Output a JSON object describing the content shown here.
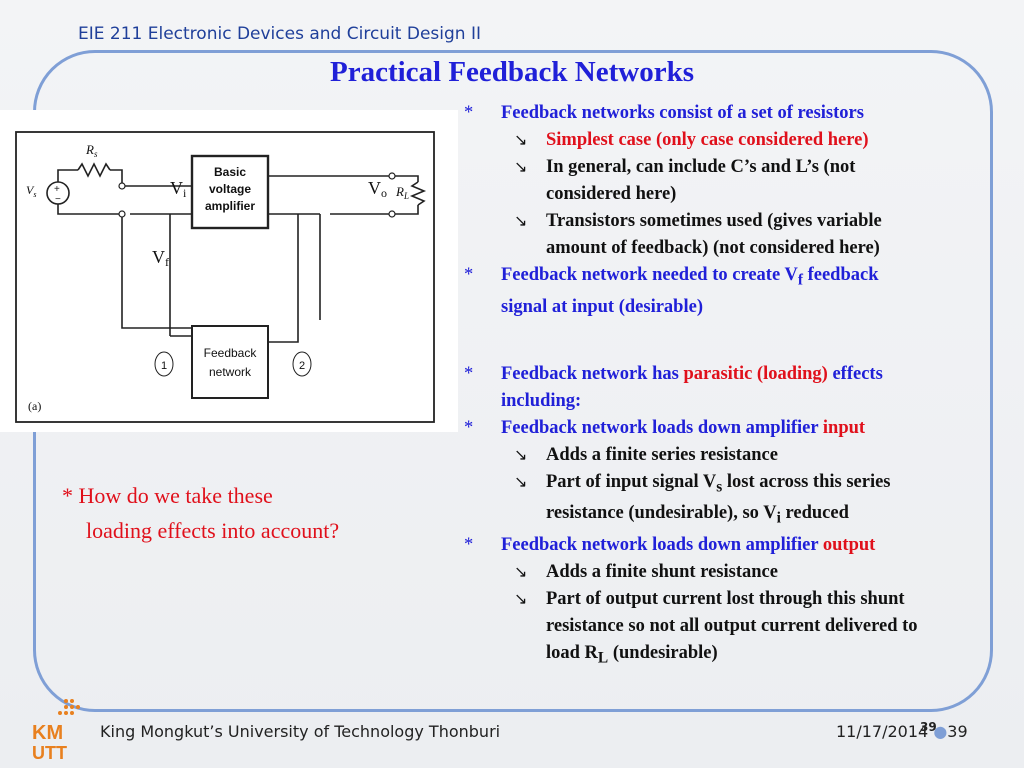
{
  "header": {
    "course": "EIE 211 Electronic Devices and Circuit Design II",
    "title": "Practical  Feedback  Networks"
  },
  "figure": {
    "rs": "R",
    "rs_sub": "s",
    "vs": "V",
    "vs_sub": "s",
    "vi_big": "V",
    "vi_sub": "i",
    "vf_big": "V",
    "vf_sub": "f",
    "vo_big": "V",
    "vo_sub": "o",
    "rl": "R",
    "rl_sub": "L",
    "amp_line1": "Basic",
    "amp_line2": "voltage",
    "amp_line3": "amplifier",
    "fb_line1": "Feedback",
    "fb_line2": "network",
    "port1": "1",
    "port2": "2",
    "caption": "(a)"
  },
  "bullets": {
    "b1": "Feedback networks consist of a set of resistors",
    "b1a": "Simplest case (only case considered here)",
    "b1b_line1": "In general, can include C’s and L’s (not",
    "b1b_line2": "considered here)",
    "b1c_line1": "Transistors sometimes used (gives variable",
    "b1c_line2": "amount of feedback) (not considered here)",
    "b2_pre": "Feedback network needed to create V",
    "b2_sub": "f",
    "b2_post": " feedback",
    "b2_line2": "signal at input (desirable)",
    "b3_pre": "Feedback network has ",
    "b3_red": "parasitic (loading)",
    "b3_post": " effects",
    "b3_line2": "including:",
    "b4_pre": "Feedback network loads down amplifier ",
    "b4_red": "input",
    "b4a": "Adds a finite series resistance",
    "b4b_pre": "Part of input signal V",
    "b4b_sub": "s",
    "b4b_post": " lost across this series",
    "b4b_line2_pre": "resistance (undesirable), so V",
    "b4b_line2_sub": "i",
    "b4b_line2_post": " reduced",
    "b5_pre": "Feedback network loads down amplifier ",
    "b5_red": "output",
    "b5a": "Adds a finite shunt resistance",
    "b5b_line1": "Part of output current lost through this shunt",
    "b5b_line2": "resistance so not all output current delivered to",
    "b5b_line3_pre": "load R",
    "b5b_line3_sub": "L",
    "b5b_line3_post": " (undesirable)"
  },
  "question": {
    "line1": "*  How do we take these",
    "line2": "loading effects into account?"
  },
  "footer": {
    "university": "King Mongkut’s University of Technology Thonburi",
    "date": "11/17/2014",
    "page_overlay": "39",
    "page": "39",
    "logo_text_top": "KM",
    "logo_text_bottom": "UTT"
  }
}
